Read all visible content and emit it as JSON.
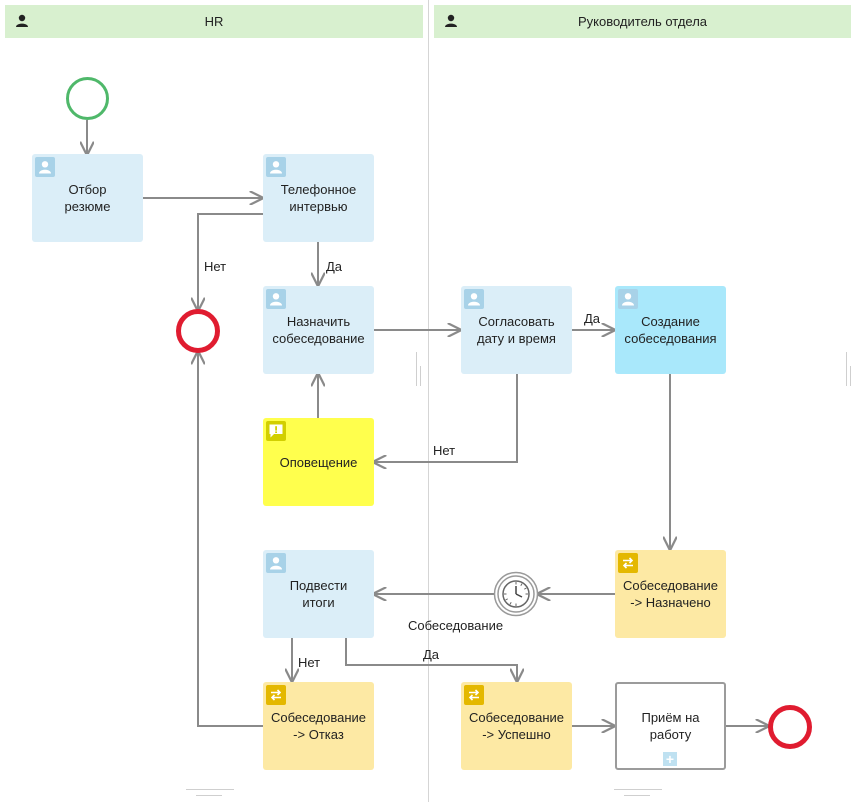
{
  "lanes": [
    {
      "name": "HR",
      "icon": "user-icon"
    },
    {
      "name": "Руководитель отдела",
      "icon": "user-icon"
    }
  ],
  "tasks": {
    "resume_selection": {
      "label": "Отбор\nрезюме",
      "kind": "user-task",
      "icon": "user-icon"
    },
    "phone_interview": {
      "label": "Телефонное\nинтервью",
      "kind": "user-task",
      "icon": "user-icon"
    },
    "schedule_interview": {
      "label": "Назначить\nсобеседование",
      "kind": "user-task",
      "icon": "user-icon"
    },
    "agree_datetime": {
      "label": "Согласовать\nдату и время",
      "kind": "user-task",
      "icon": "user-icon"
    },
    "create_interview": {
      "label": "Создание\nсобеседования",
      "kind": "user-task",
      "icon": "user-icon"
    },
    "notification": {
      "label": "Оповещение",
      "kind": "notification",
      "icon": "alert-icon"
    },
    "summarize": {
      "label": "Подвести\nитоги",
      "kind": "user-task",
      "icon": "user-icon"
    },
    "status_scheduled": {
      "label": "Собеседование\n-> Назначено",
      "kind": "status-change",
      "icon": "swap-icon"
    },
    "status_rejected": {
      "label": "Собеседование\n-> Отказ",
      "kind": "status-change",
      "icon": "swap-icon"
    },
    "status_success": {
      "label": "Собеседование\n-> Успешно",
      "kind": "status-change",
      "icon": "swap-icon"
    },
    "hire": {
      "label": "Приём на\nработу",
      "kind": "subprocess",
      "icon": "plus-icon"
    }
  },
  "edge_labels": {
    "phone_no": "Нет",
    "phone_yes": "Да",
    "agree_yes": "Да",
    "agree_no": "Нет",
    "timer": "Собеседование",
    "summary_no": "Нет",
    "summary_yes": "Да"
  },
  "colors": {
    "lane_header": "#d8f0cf",
    "user_task": "#dbeef8",
    "user_task_active": "#a9e8fb",
    "notification": "#ffff4d",
    "status_change": "#fde9a4",
    "start_event": "#4fb86a",
    "end_event": "#e01c30",
    "edge": "#8a8a8a"
  }
}
